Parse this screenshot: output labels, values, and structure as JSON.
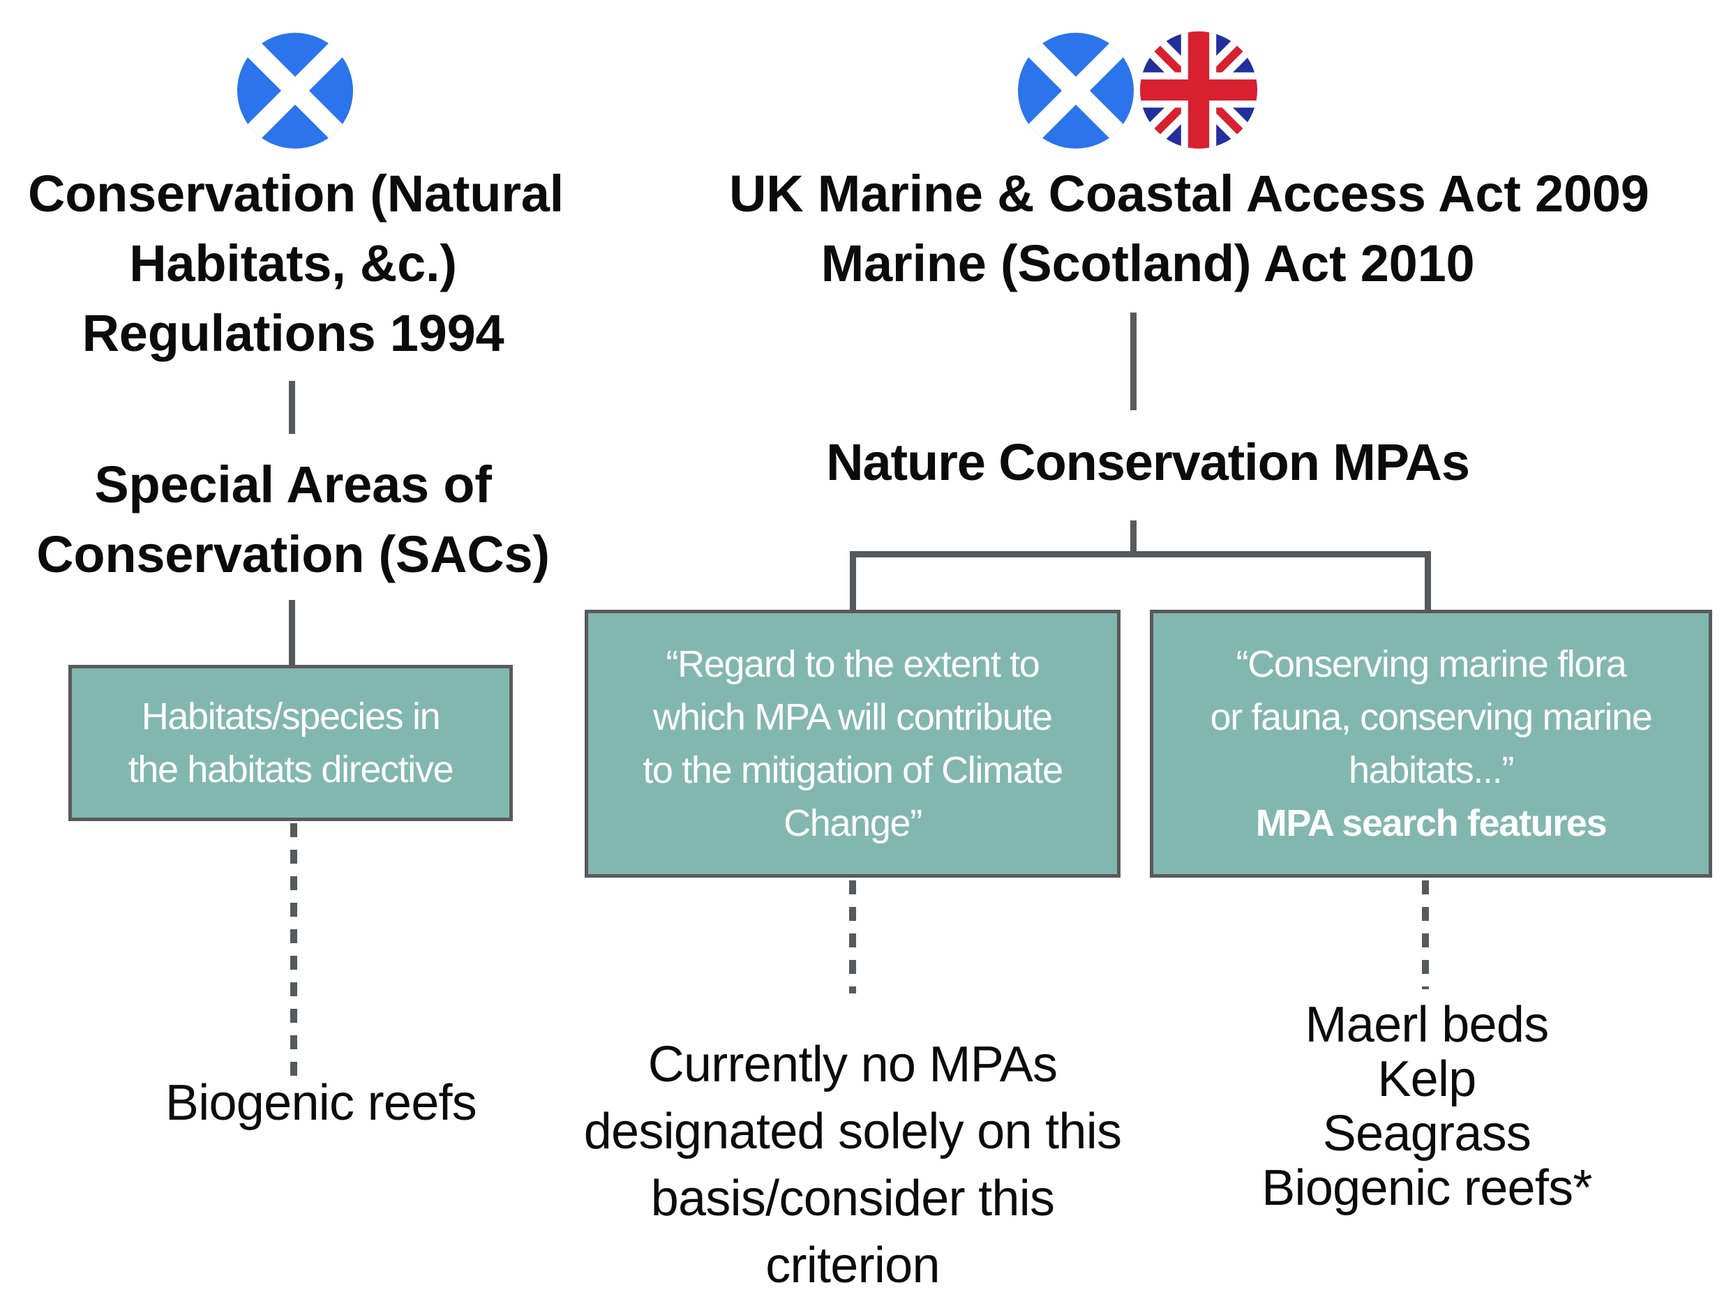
{
  "palette": {
    "teal": "#82B7B0",
    "line_gray": "#58595B",
    "text_black": "#0B0B0B",
    "white": "#FFFFFF",
    "scotland_blue": "#2B74EC",
    "uk_navy": "#232F9D",
    "uk_red": "#D8202F"
  },
  "left_branch": {
    "flag_icon": "scotland-flag",
    "title_lines": [
      "Conservation (Natural",
      "Habitats, &c.)",
      "Regulations 1994"
    ],
    "subtitle_lines": [
      "Special Areas of",
      "Conservation (SACs)"
    ],
    "box_lines": [
      "Habitats/species in",
      "the habitats directive"
    ],
    "outcome": "Biogenic reefs"
  },
  "right_branch": {
    "flag_icons": [
      "scotland-flag",
      "uk-flag"
    ],
    "title_lines": [
      "UK Marine & Coastal Access Act 2009",
      "Marine (Scotland) Act 2010"
    ],
    "subtitle": "Nature Conservation MPAs",
    "climate_box_lines": [
      "“Regard to the extent to",
      "which MPA will contribute",
      "to the mitigation of Climate",
      "Change”"
    ],
    "features_box_lines": [
      "“Conserving marine flora",
      "or fauna, conserving marine",
      "habitats...”"
    ],
    "features_box_bold_line": "MPA search features",
    "climate_outcome_lines": [
      "Currently no MPAs",
      "designated solely on this",
      "basis/consider this criterion"
    ],
    "features_outcome_lines": [
      "Maerl beds",
      "Kelp",
      "Seagrass",
      "Biogenic reefs*"
    ]
  }
}
